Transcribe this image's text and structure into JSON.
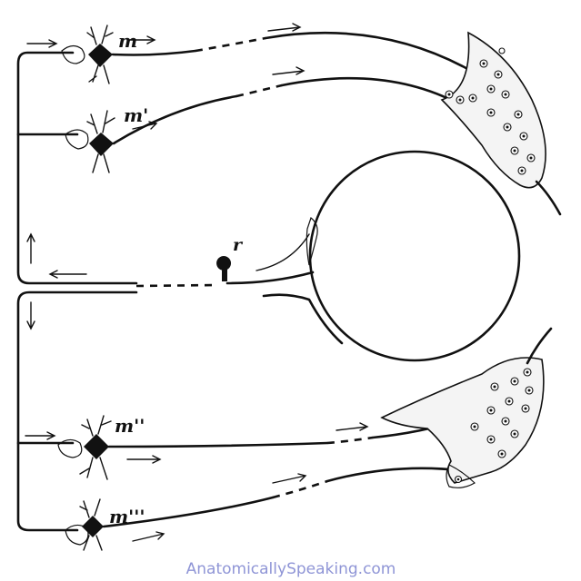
{
  "figure": {
    "labels": {
      "m": "m",
      "m_prime": "m'",
      "m_double_prime": "m''",
      "m_triple_prime": "m'''",
      "r": "r"
    },
    "watermark": "AnatomicallySpeaking.com"
  },
  "colors": {
    "line": "#111111",
    "background": "#ffffff",
    "watermark": "#8f95d6"
  }
}
